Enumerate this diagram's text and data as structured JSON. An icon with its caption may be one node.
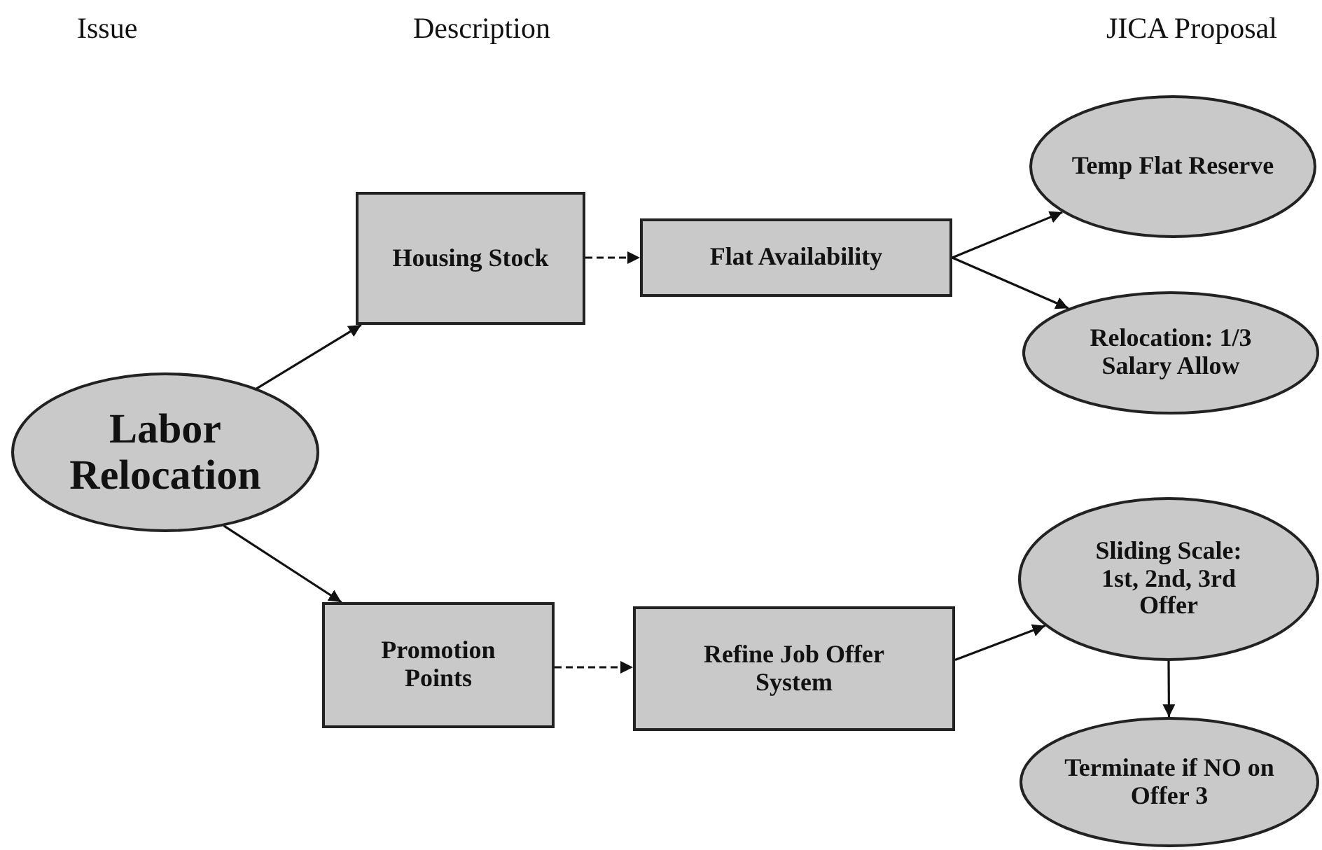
{
  "diagram": {
    "nodes": [
      {
        "text": [
          "Labor Relocation"
        ]
      },
      {
        "text": [
          "Housing Stock"
        ]
      },
      {
        "text": [
          "Flat Availability"
        ]
      },
      {
        "text": [
          "Temp Flat Reserve"
        ]
      },
      {
        "text": [
          "Relocation: 1/3 Salary Allow"
        ]
      },
      {
        "text": [
          "Promotion Points"
        ]
      },
      {
        "text": [
          "Refine Job Offer System"
        ]
      },
      {
        "text": [
          "Sliding Scale: 1st, 2nd, 3rd Offer"
        ]
      },
      {
        "text": [
          "Terminate if NO on Offer 3"
        ]
      }
    ],
    "edges": [
      {
        "from": 0,
        "to": 1,
        "arrow": "to"
      },
      {
        "from": 1,
        "to": 2,
        "arrow": "to",
        "style": "dashed"
      },
      {
        "from": 2,
        "to": 3,
        "arrow": "to"
      },
      {
        "from": 2,
        "to": 4,
        "arrow": "to"
      },
      {
        "from": 0,
        "to": 5,
        "arrow": "to"
      },
      {
        "from": 5,
        "to": 6,
        "arrow": "to",
        "style": "dashed"
      },
      {
        "from": 6,
        "to": 7,
        "arrow": "to"
      },
      {
        "from": 7,
        "to": 8,
        "arrow": "to"
      }
    ],
    "labels": [
      "Issue",
      "Description",
      "JICA Proposal"
    ]
  }
}
